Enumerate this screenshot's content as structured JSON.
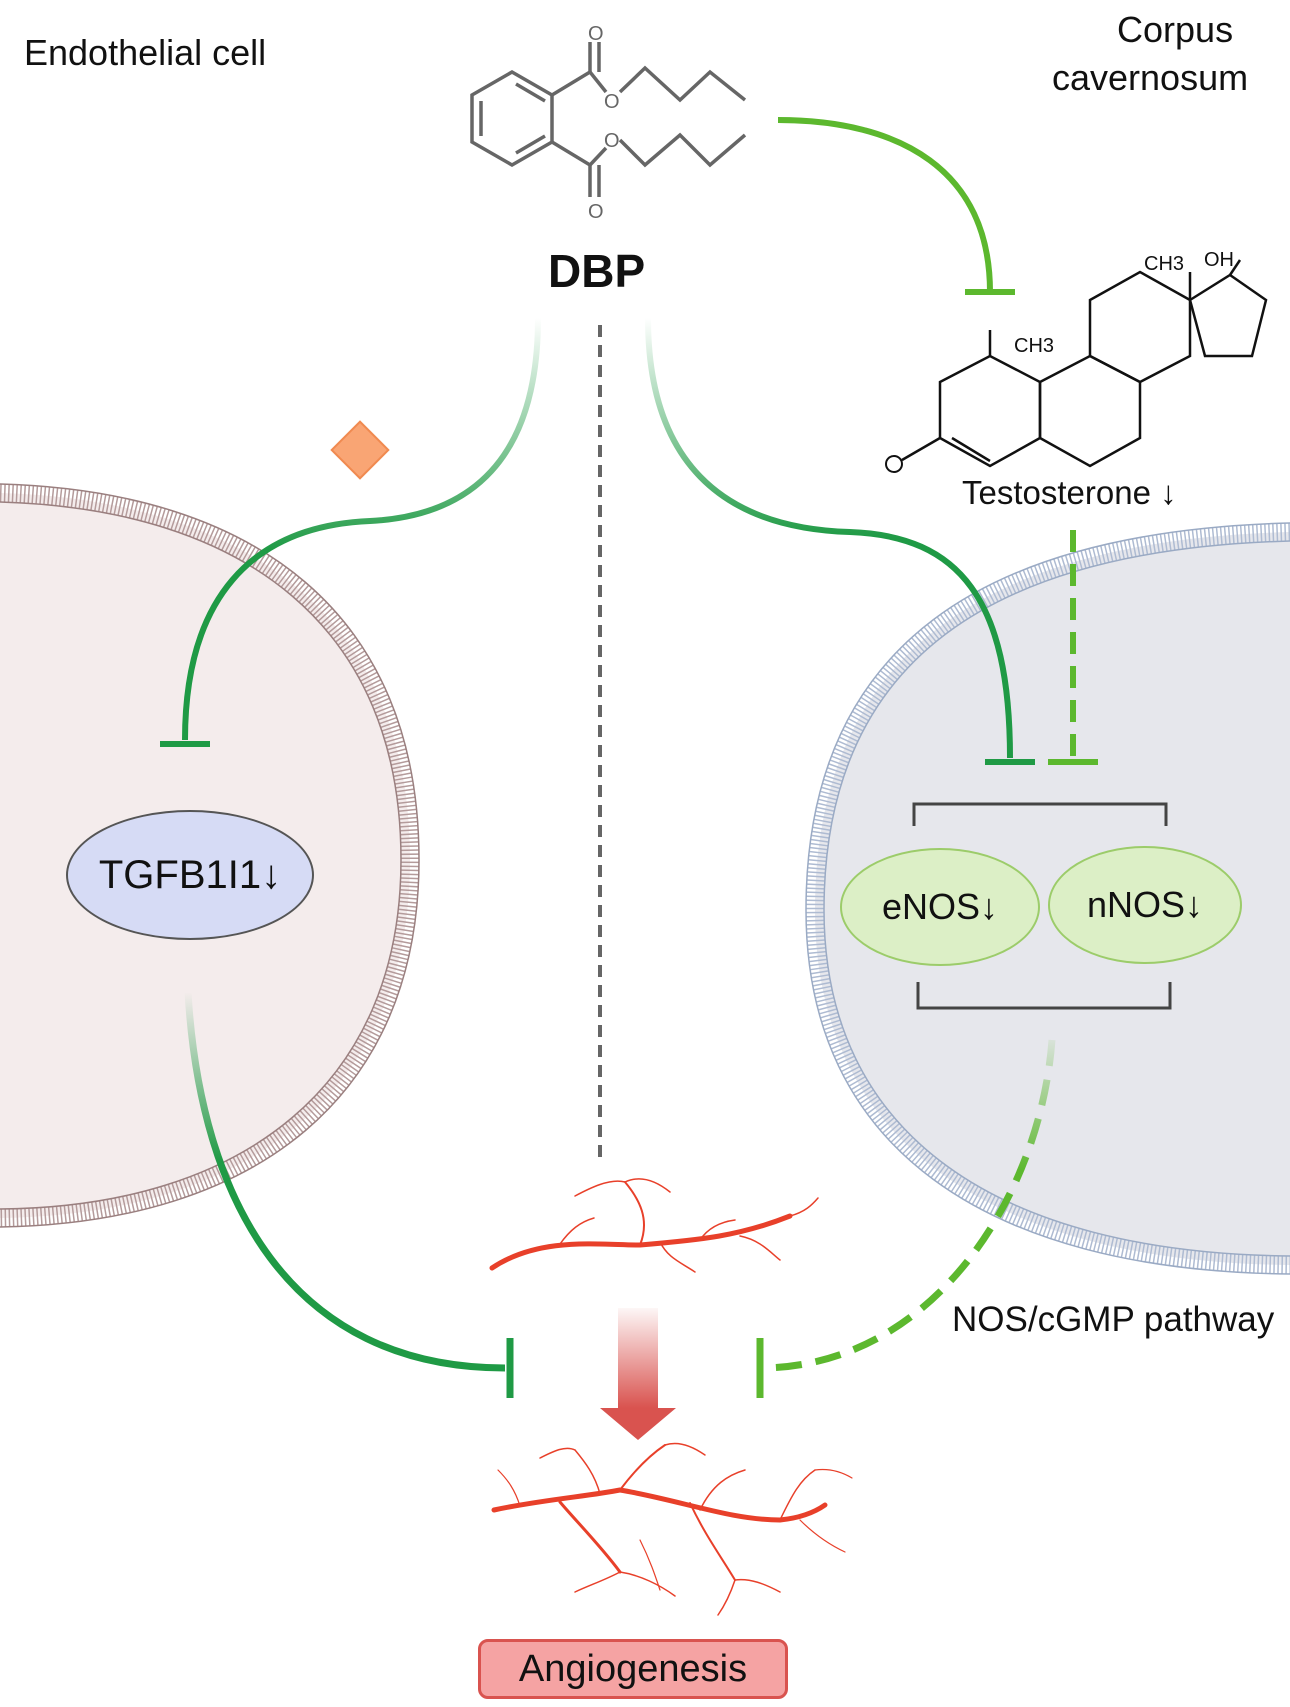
{
  "labels": {
    "endothelial_cell": "Endothelial cell",
    "corpus_line1": "Corpus",
    "corpus_line2": "cavernosum",
    "dbp": "DBP",
    "testosterone": "Testosterone ↓",
    "nos_pathway": "NOS/cGMP pathway",
    "angiogenesis": "Angiogenesis"
  },
  "nodes": {
    "tgfb1i1": "TGFB1I1↓",
    "enos": "eNOS↓",
    "nnos": "nNOS↓"
  },
  "chem": {
    "dbp_o_top": "O",
    "dbp_o_ester1": "O",
    "dbp_o_ester2": "O",
    "dbp_o_bottom": "O",
    "testo_ch3_a": "CH3",
    "testo_ch3_b": "CH3",
    "testo_oh": "OH",
    "testo_o": "O"
  },
  "colors": {
    "inhibit_dark_green": "#1f9a45",
    "inhibit_light_green": "#5cb82e",
    "endothelial_fill": "#f4ecec",
    "endothelial_membrane": "#9a7f7f",
    "corpus_fill": "#e6e7ec",
    "corpus_membrane": "#9aaac4",
    "vessel_red": "#e8402a",
    "angiogenesis_fill": "#f5a3a3"
  }
}
